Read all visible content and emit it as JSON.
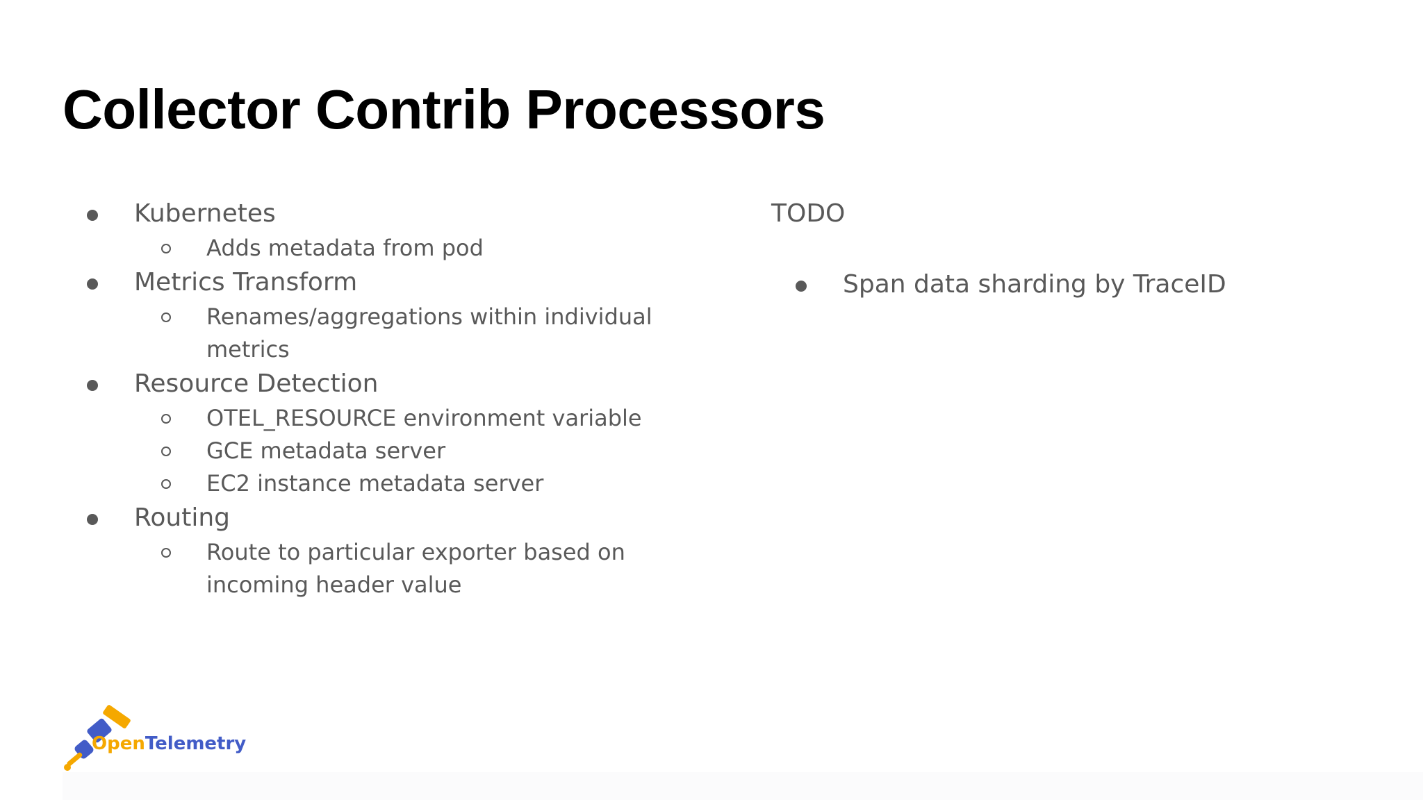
{
  "slide": {
    "title": "Collector Contrib Processors",
    "left_items": [
      {
        "label": "Kubernetes",
        "sub": [
          "Adds metadata from pod"
        ]
      },
      {
        "label": "Metrics Transform",
        "sub": [
          "Renames/aggregations within individual metrics"
        ]
      },
      {
        "label": "Resource Detection",
        "sub": [
          "OTEL_RESOURCE environment variable",
          "GCE metadata server",
          "EC2 instance metadata server"
        ]
      },
      {
        "label": "Routing",
        "sub": [
          "Route to particular exporter based on incoming header value"
        ]
      }
    ],
    "right_heading": "TODO",
    "right_items": [
      "Span data sharding by TraceID"
    ]
  },
  "logo": {
    "word_open": "Open",
    "word_telemetry": "Telemetry",
    "icon": "opentelemetry-telescope-icon"
  },
  "colors": {
    "title": "#000000",
    "body_text": "#595959",
    "logo_orange": "#f5a800",
    "logo_blue": "#425cc7"
  }
}
